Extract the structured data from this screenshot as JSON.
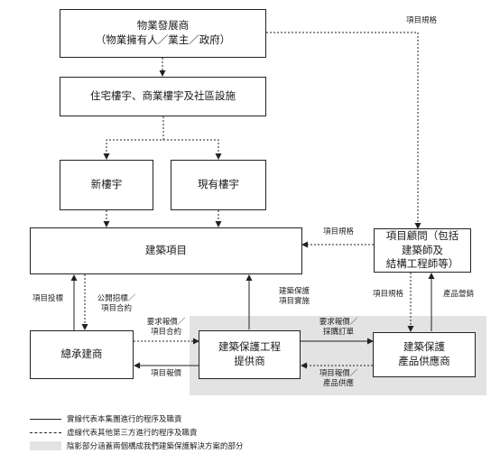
{
  "boxes": {
    "developer": "物業發展商\n（物業擁有人／業主／政府）",
    "buildings": "住宅樓宇、商業樓宇及社區設施",
    "new_buildings": "新樓宇",
    "existing_buildings": "現有樓宇",
    "construction_project": "建築項目",
    "consultant": "項目顧問（包括\n建築師及\n結構工程師等）",
    "main_contractor": "總承建商",
    "protection_provider": "建築保護工程\n提供商",
    "product_supplier": "建築保護\n產品供應商"
  },
  "labels": {
    "project_spec_top": "項目規格",
    "project_spec_mid": "項目規格",
    "project_spec_low": "項目規格",
    "tender": "項目投標",
    "public_tender": "公開招標／\n項目合約",
    "protection_impl": "建築保護\n項目實施",
    "product_sales": "產品營銷",
    "quote_contract": "要求報價／\n項目合約",
    "quote_order": "要求報價／\n採購訂單",
    "project_quote": "項目報價",
    "quote_supply": "項目報價／\n產品供應"
  },
  "legend": {
    "solid": "實線代表本集團進行的程序及職責",
    "dashed": "虛線代表其他第三方進行的程序及職責",
    "shaded": "陰影部分涵蓋兩個構成我們建築保護解決方案的部分"
  }
}
